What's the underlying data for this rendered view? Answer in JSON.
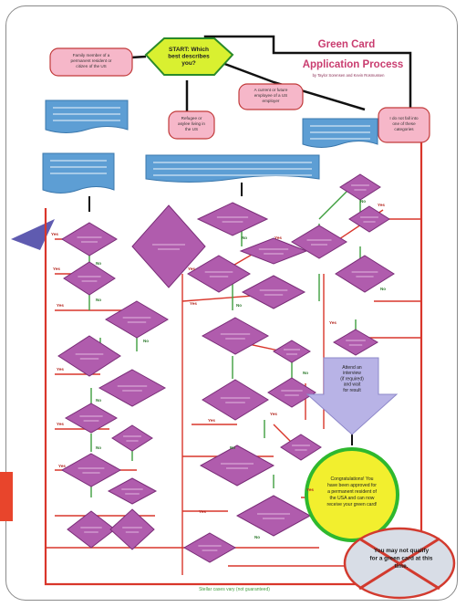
{
  "title": {
    "line1": "Green Card",
    "line2": "Application Process",
    "byline": "by Taylor Sorensen and Kevin Rosmussen"
  },
  "start_label_lines": [
    "START: Which",
    "best describes",
    "you?"
  ],
  "start_options": {
    "family_member": [
      "Family member of a",
      "permanent resident or",
      "citizen of the US"
    ],
    "refugee": [
      "Refugee or",
      "asylee living in",
      "the US"
    ],
    "employment": [
      "A current or future",
      "employee of a US",
      "employer"
    ],
    "none": [
      "I do not fall into",
      "one of these",
      "categories"
    ]
  },
  "dismissal_lines": [
    "You may not qualify",
    "for a green card at this",
    "time."
  ],
  "congrats_lines": [
    "Congratulations! You",
    "have been approved for",
    "a permanent resident of",
    "the USA and can now",
    "receive your green card!"
  ],
  "arrow_lines": [
    "Attend an",
    "interview",
    "(if required)",
    "and wait",
    "for result"
  ],
  "footer": "Stellar cases vary (not guaranteed)",
  "decision_labels": [
    "Yes",
    "No"
  ],
  "colors": {
    "decision": "#b05cad",
    "process": "#5d9ed4",
    "start": "#d9f030",
    "option": "#f6b7c9",
    "arrow": "#b8b3e6",
    "congrats": "#f2ef2e",
    "congrats_border": "#2eb82e",
    "no_line": "#d9362b",
    "yes_line": "#3e9e3e",
    "dismiss": "#d8dde6",
    "title": "#c93c6f"
  }
}
